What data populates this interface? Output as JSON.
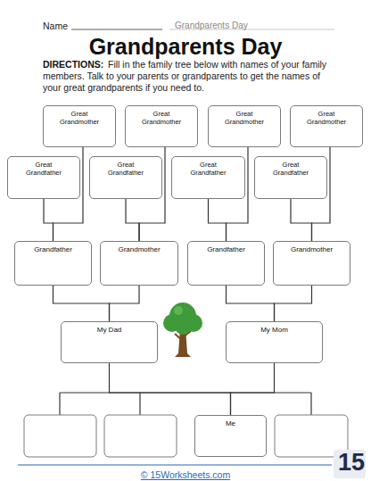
{
  "diagram": {
    "title": "Grandparents Day",
    "nodes": [
      {
        "text": [
          "Great Grandmother"
        ]
      },
      {
        "text": [
          "Great Grandmother"
        ]
      },
      {
        "text": [
          "Great Grandmother"
        ]
      },
      {
        "text": [
          "Great Grandmother"
        ]
      },
      {
        "text": [
          "Great Grandfather"
        ]
      },
      {
        "text": [
          "Great Grandfather"
        ]
      },
      {
        "text": [
          "Great Grandfather"
        ]
      },
      {
        "text": [
          "Great Grandfather"
        ]
      },
      {
        "text": [
          "Grandfather"
        ]
      },
      {
        "text": [
          "Grandmother"
        ]
      },
      {
        "text": [
          "Grandfather"
        ]
      },
      {
        "text": [
          "Grandmother"
        ]
      },
      {
        "text": [
          "My Dad"
        ]
      },
      {
        "text": [
          "My Mom"
        ]
      },
      {
        "text": [
          "Me"
        ]
      }
    ],
    "edges": [
      {
        "from": 0,
        "to": 8,
        "arrow": "none"
      },
      {
        "from": 4,
        "to": 8,
        "arrow": "none"
      },
      {
        "from": 1,
        "to": 9,
        "arrow": "none"
      },
      {
        "from": 5,
        "to": 9,
        "arrow": "none"
      },
      {
        "from": 2,
        "to": 10,
        "arrow": "none"
      },
      {
        "from": 6,
        "to": 10,
        "arrow": "none"
      },
      {
        "from": 3,
        "to": 11,
        "arrow": "none"
      },
      {
        "from": 7,
        "to": 11,
        "arrow": "none"
      },
      {
        "from": 8,
        "to": 12,
        "arrow": "none"
      },
      {
        "from": 9,
        "to": 12,
        "arrow": "none"
      },
      {
        "from": 10,
        "to": 13,
        "arrow": "none"
      },
      {
        "from": 11,
        "to": 13,
        "arrow": "none"
      },
      {
        "from": 12,
        "to": 14,
        "arrow": "none"
      },
      {
        "from": 13,
        "to": 14,
        "arrow": "none"
      }
    ],
    "labels": [
      "Name",
      "Grandparents Day",
      "DIRECTIONS:",
      "Fill in the family tree below with names of your family members. Talk to your parents or grandparents to get the names of your great grandparents if you need to.",
      "© 15Worksheets.com",
      "15"
    ]
  }
}
